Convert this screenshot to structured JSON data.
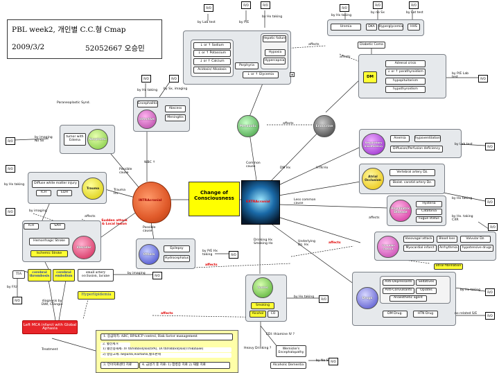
{
  "title": {
    "line1": "PBL week2, 개인별 C.C.형 Cmap",
    "date": "2009/3/2",
    "author": "52052667 오승민"
  },
  "ro_label": "R/O",
  "center": {
    "change_of_consciousness": "Change of Consciousness",
    "intracranial": "INTRAcranial",
    "extracranial": "EXTRAcranial"
  },
  "nodes": {
    "infective": "Infective",
    "neoplastic": "Neoplastic",
    "metabolic": "Metabolic",
    "endocrine": "Endocrine",
    "trauma": "Trauma",
    "vascular": "Vascular",
    "others": "Others",
    "toxins": "Toxins",
    "drugs": "Drugs",
    "dm": "DM",
    "respiratory": "Respiratory Insufficiency",
    "atrial_occlusion": "Atrial Occlusion",
    "psychiatric": "Psychiatric Disease",
    "cardiac_output": "↓Cardiac Output"
  },
  "boxes": {
    "sodium": "↓ or ↑ Sodium",
    "potassium": "↓ or ↑ Potassium",
    "calcium": "↓ or ↑ Calcium",
    "acidosis": "Acidosis/ Alkalosis",
    "porphyria": "Porphyria",
    "hepatic_failure": "Hepatic failure",
    "hypoxia": "Hypoxia",
    "hypercapnia": "Hypercapnia",
    "glycemia": "↓ or ↑ Glycemia",
    "uremia": "Uremia",
    "dka": "DKA",
    "hyperglycemia": "Hyperglycemia",
    "hhs": "HHS",
    "diabetic_coma": "Diabetic Coma",
    "adrenal_crisis": "Adrenal crisis",
    "parathyroidism": "↓ or ↑ parathyroidism",
    "hypopituitarism": "hypopituitarism",
    "hypothyroidism": "hypothyroidism",
    "encephalitis": "Encephalitis",
    "abscess": "Abscess",
    "meningitis": "Meningitis",
    "tumor_edema": "tumor with Edema",
    "white_matter": "Diffuse white matter injury",
    "ich": "ICH",
    "edh": "EDH",
    "sah": "SAH",
    "hemorrhagic": "Hemorrhagic Stroke",
    "ischemic": "Ischemic Stroke",
    "tia": "TIA",
    "cerebral_thrombosis": "cerebral thrombosis",
    "cerebral_embolism": "cerebral embolism",
    "small_artery": "small artery occlusion, lacune",
    "epilepsy": "Epilepsy",
    "hydrocephalus": "Hydrocephalus",
    "anemia": "Anemia",
    "hypoventilation": "hypoventilation",
    "diffusion": "Diffusion/Perfusion deficiency",
    "vertebral": "Vertebral artery Dz.",
    "biolat_carotid": "Biolat. carotid artery Dz.",
    "hysteria": "Hysteria",
    "catatonia": "Catatonia",
    "fugue": "Fugue status",
    "vasovagal": "Vasovagal attack",
    "blood_loss": "Blood loss",
    "valvular": "Valvular Dz.",
    "mi": "Myocardial infarct",
    "arrhythmia": "Arrhythmia",
    "hypotensive": "hypotensive drugs",
    "atrial_fib": "atrial fibrillation",
    "antidepressants": "Anti-Depressants",
    "sedatives": "Sedatives",
    "anticonvulsants": "Anti-Convulsants",
    "opiates": "Opiates",
    "anaesthetic": "Anaesthetic agent",
    "dm_drug": "DM Drug.",
    "htn_drug": "HTN Drug",
    "smoking": "Smoking",
    "alcohol": "Alcohol",
    "co": "CO",
    "wernicke": "Wernicke's Encephalopathy",
    "alcoholic_dementia": "Alcoholic Dementia",
    "hyperlipidemia": "Hyperlipidemia",
    "left_mca": "Left MCA infarct with Global Aphasia"
  },
  "labels": {
    "by_lab_test": "by Lab test",
    "by_pe": "by P/E",
    "by_hx_taking": "by Hx taking",
    "by_no_sx": "by no Sx",
    "by_hx_taking2": "by Hx taking",
    "by_lab_test2": "by Lat test",
    "by_pe_lab": "by P/E Lab test",
    "affects": "affects",
    "by_hx_taking3": "by Hx taking",
    "by_sx_imaging": "by Sx, imaging",
    "paraneoplastic": "Paraneoplastic Synd.",
    "by_imaging_no_sx": "by imaging No Sx",
    "wbc": "WBC ↑",
    "common_cause": "Common cause",
    "dm_hx": "DM Hx",
    "htn_hx": "HTN Hx",
    "by_lab_test3": "by Lab test",
    "possible_cause": "Possible cause",
    "trauma_hx": "Trauma Hx",
    "by_hx_taking4": "by Hx taking",
    "by_imaging": "by imaging",
    "affects2": "affects",
    "sudden_attack": "Sudden attack & Local lesion",
    "less_common": "Less common cause",
    "by_hx_taking5": "by Hx taking",
    "by_hx_taking_cxr": "by Hx. taking CXR",
    "possible_cause2": "Possible cause",
    "by_pe_hx": "by P/E Hx taking",
    "drinking_hx": "Drinking Hx Smoking Hx",
    "underlying": "Underlying Dz. Hx",
    "affects3": "affects",
    "affects4": "affects",
    "by_imaging2": "by imaging",
    "by_fu": "by F/U",
    "diagnosis": "diagnosis by DWI, CTangio",
    "by_hx_taking6": "by Hx taking",
    "by_hx_taking7": "by Hx taking",
    "no_related": "no related S/E",
    "affects5": "affects",
    "affects6": "affects",
    "edi_thiamine": "EDI: thiamine IV ?",
    "heavy_drinking": "Heavy Drinking ?",
    "by_no_sx2": "by No Sx",
    "treatment": "Treatment",
    "affects7": "affects",
    "affects8": "affects"
  },
  "treatment_notes": [
    "1. 응급처치: ABC, BP&ICP control, Risk factor management",
    "2. 혈전제거",
    "1) 혈전용해제: IV thrombolysis(tPA), IA thrombolysis(Urokinase)",
    "2) 항응고제: heparin,warfarin,혈소판제",
    "3. 언어치료센터 치료",
    "4. 급성기 후 치료: 1) 합병증 치료 2) 재활 치료"
  ]
}
